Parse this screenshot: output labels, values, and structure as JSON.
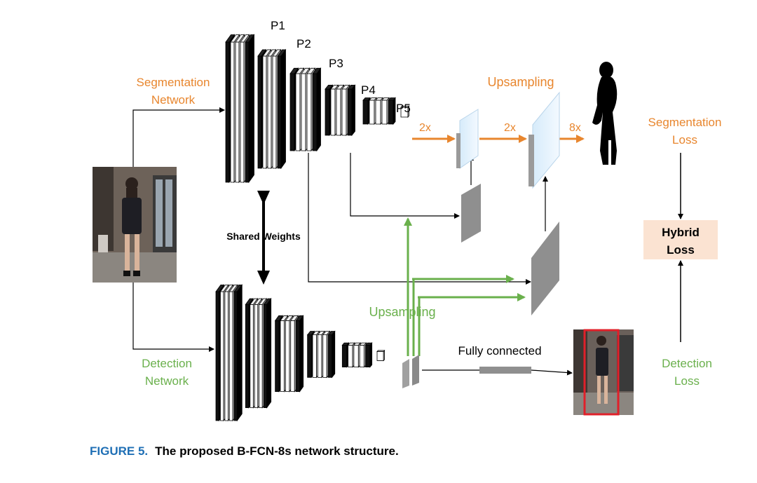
{
  "labels": {
    "p1": "P1",
    "p2": "P2",
    "p3": "P3",
    "p4": "P4",
    "p5": "P5",
    "segmentation_network_line1": "Segmentation",
    "segmentation_network_line2": "Network",
    "detection_network_line1": "Detection",
    "detection_network_line2": "Network",
    "shared_weights": "Shared Weights",
    "upsampling_top": "Upsampling",
    "upsampling_bottom": "Upsampling",
    "factor_1": "2x",
    "factor_2": "2x",
    "factor_3": "8x",
    "segmentation_loss_line1": "Segmentation",
    "segmentation_loss_line2": "Loss",
    "hybrid_loss_line1": "Hybrid",
    "hybrid_loss_line2": "Loss",
    "detection_loss_line1": "Detection",
    "detection_loss_line2": "Loss",
    "fully_connected": "Fully connected"
  },
  "caption": {
    "figure_number": "FIGURE 5.",
    "text": "The proposed B-FCN-8s network structure."
  },
  "colors": {
    "orange": "#e8862e",
    "green": "#6ab04c",
    "figure_label_blue": "#1f6fb5",
    "hybrid_box_fill": "#fbe3d2",
    "bbox_red": "#e0202a"
  },
  "icons": [
    "person-photo-icon",
    "person-silhouette-icon",
    "detected-person-photo-icon"
  ]
}
